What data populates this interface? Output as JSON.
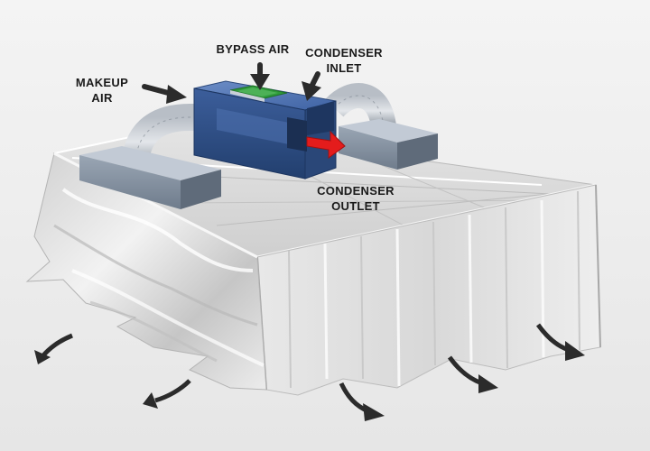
{
  "labels": {
    "makeup_air": {
      "line1": "MAKEUP",
      "line2": "AIR"
    },
    "bypass_air": {
      "line1": "BYPASS AIR"
    },
    "condenser_inlet": {
      "line1": "CONDENSER",
      "line2": "INLET"
    },
    "condenser_outlet": {
      "line1": "CONDENSER",
      "line2": "OUTLET"
    }
  },
  "colors": {
    "background": "#efefef",
    "unit_blue": "#3d5f9c",
    "unit_blue_dark": "#22406f",
    "filter_green": "#2e9a3a",
    "outlet_arrow": "#e41c1c",
    "flow_arrow": "#2b2b2b",
    "curtain": "#dcdcdc"
  }
}
